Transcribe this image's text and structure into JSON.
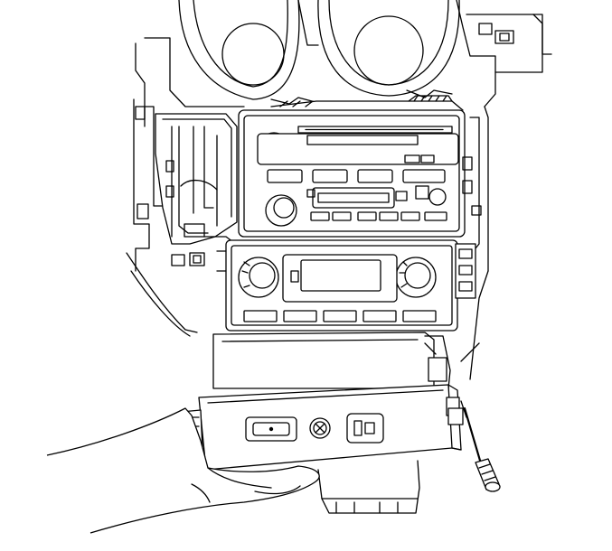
{
  "figure": {
    "kind": "service-illustration",
    "colors": {
      "line": "#000000",
      "background": "#ffffff"
    },
    "parts": [
      "instrument-cluster-bezel",
      "radio-head-unit",
      "hvac-control-head",
      "accessory-switch-panel",
      "mounting-bracket",
      "screwdriver",
      "hand"
    ]
  }
}
